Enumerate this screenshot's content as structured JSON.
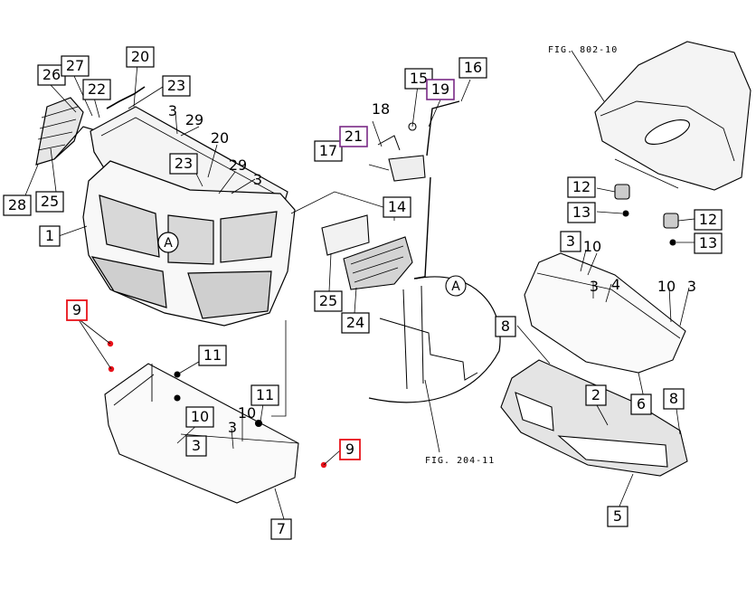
{
  "diagram": {
    "refs": {
      "fig_802": "FIG. 802-10",
      "fig_204": "FIG. 204-11"
    },
    "detail_mark": "A",
    "colors": {
      "line": "#000000",
      "highlight_red": "#e8121a",
      "highlight_purple": "#7a2a86",
      "dot_red": "#e8121a"
    },
    "callouts": [
      {
        "id": "c1",
        "label": "1",
        "style": "normal"
      },
      {
        "id": "c2",
        "label": "2",
        "style": "normal"
      },
      {
        "id": "c3a",
        "label": "3",
        "style": "plain"
      },
      {
        "id": "c3b",
        "label": "3",
        "style": "plain"
      },
      {
        "id": "c3c",
        "label": "3",
        "style": "normal"
      },
      {
        "id": "c3d",
        "label": "3",
        "style": "plain"
      },
      {
        "id": "c3e",
        "label": "3",
        "style": "normal"
      },
      {
        "id": "c3f",
        "label": "3",
        "style": "plain"
      },
      {
        "id": "c3g",
        "label": "3",
        "style": "plain"
      },
      {
        "id": "c4",
        "label": "4",
        "style": "plain"
      },
      {
        "id": "c5",
        "label": "5",
        "style": "normal"
      },
      {
        "id": "c6",
        "label": "6",
        "style": "normal"
      },
      {
        "id": "c7",
        "label": "7",
        "style": "normal"
      },
      {
        "id": "c8a",
        "label": "8",
        "style": "normal"
      },
      {
        "id": "c8b",
        "label": "8",
        "style": "normal"
      },
      {
        "id": "c9a",
        "label": "9",
        "style": "red"
      },
      {
        "id": "c9b",
        "label": "9",
        "style": "red"
      },
      {
        "id": "c10a",
        "label": "10",
        "style": "normal"
      },
      {
        "id": "c10b",
        "label": "10",
        "style": "plain"
      },
      {
        "id": "c10c",
        "label": "10",
        "style": "plain"
      },
      {
        "id": "c10d",
        "label": "10",
        "style": "plain"
      },
      {
        "id": "c11a",
        "label": "11",
        "style": "normal"
      },
      {
        "id": "c11b",
        "label": "11",
        "style": "normal"
      },
      {
        "id": "c12a",
        "label": "12",
        "style": "normal"
      },
      {
        "id": "c12b",
        "label": "12",
        "style": "normal"
      },
      {
        "id": "c13a",
        "label": "13",
        "style": "normal"
      },
      {
        "id": "c13b",
        "label": "13",
        "style": "normal"
      },
      {
        "id": "c14",
        "label": "14",
        "style": "normal"
      },
      {
        "id": "c15",
        "label": "15",
        "style": "normal"
      },
      {
        "id": "c16",
        "label": "16",
        "style": "normal"
      },
      {
        "id": "c17",
        "label": "17",
        "style": "normal"
      },
      {
        "id": "c18",
        "label": "18",
        "style": "plain"
      },
      {
        "id": "c19",
        "label": "19",
        "style": "purple"
      },
      {
        "id": "c20a",
        "label": "20",
        "style": "normal"
      },
      {
        "id": "c20b",
        "label": "20",
        "style": "plain"
      },
      {
        "id": "c21",
        "label": "21",
        "style": "purple"
      },
      {
        "id": "c22",
        "label": "22",
        "style": "normal"
      },
      {
        "id": "c23a",
        "label": "23",
        "style": "normal"
      },
      {
        "id": "c23b",
        "label": "23",
        "style": "normal"
      },
      {
        "id": "c24",
        "label": "24",
        "style": "normal"
      },
      {
        "id": "c25a",
        "label": "25",
        "style": "normal"
      },
      {
        "id": "c25b",
        "label": "25",
        "style": "normal"
      },
      {
        "id": "c26",
        "label": "26",
        "style": "normal"
      },
      {
        "id": "c27",
        "label": "27",
        "style": "normal"
      },
      {
        "id": "c28",
        "label": "28",
        "style": "normal"
      },
      {
        "id": "c29a",
        "label": "29",
        "style": "plain"
      },
      {
        "id": "c29b",
        "label": "29",
        "style": "plain"
      }
    ]
  }
}
